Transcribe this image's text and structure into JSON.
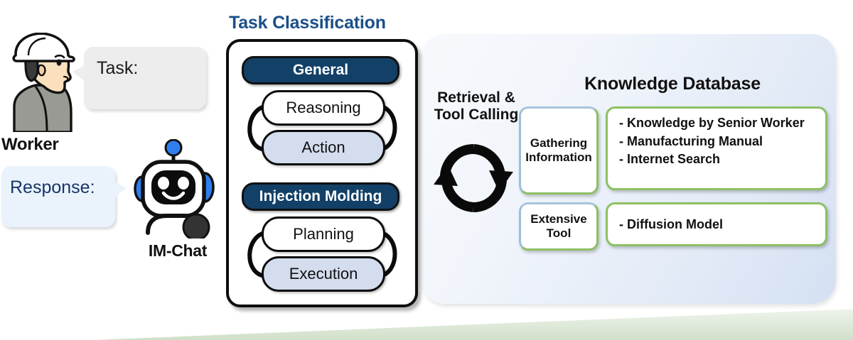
{
  "figure": {
    "accent_navy": "#124067",
    "accent_title_blue": "#1b4f8a",
    "accent_green": "#8cc063",
    "panel_blue": "#dce7f6"
  },
  "worker": {
    "label": "Worker",
    "icon": "worker-hardhat-profile-icon"
  },
  "task_bubble": {
    "text": "Task:"
  },
  "agent": {
    "label": "IM-Chat",
    "icon": "robot-icon"
  },
  "response_bubble": {
    "text": "Response:"
  },
  "task_classification": {
    "title": "Task Classification",
    "groups": [
      {
        "header": "General",
        "steps": [
          {
            "label": "Reasoning",
            "filled": false
          },
          {
            "label": "Action",
            "filled": true
          }
        ]
      },
      {
        "header": "Injection Molding",
        "steps": [
          {
            "label": "Planning",
            "filled": false
          },
          {
            "label": "Execution",
            "filled": true
          }
        ]
      }
    ]
  },
  "retrieval": {
    "title_line1": "Retrieval &",
    "title_line2": "Tool Calling",
    "icon": "circular-refresh-arrows-icon"
  },
  "knowledge_database": {
    "title": "Knowledge Database",
    "rows": [
      {
        "category": "Gathering\nInformation",
        "category_line1": "Gathering",
        "category_line2": "Information",
        "items": [
          "- Knowledge by Senior Worker",
          "- Manufacturing Manual",
          "- Internet Search"
        ]
      },
      {
        "category": "Extensive\nTool",
        "category_line1": "Extensive",
        "category_line2": "Tool",
        "items": [
          "- Diffusion Model"
        ]
      }
    ]
  }
}
